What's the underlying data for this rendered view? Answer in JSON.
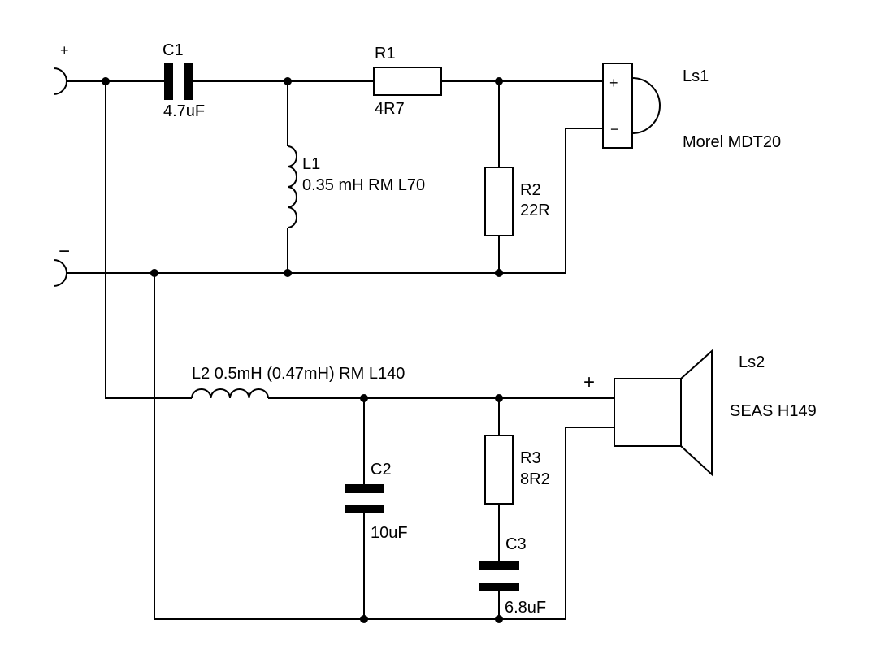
{
  "terminals": {
    "positive_sign": "+",
    "negative_sign": "−"
  },
  "components": {
    "c1": {
      "ref": "C1",
      "value": "4.7uF"
    },
    "r1": {
      "ref": "R1",
      "value": "4R7"
    },
    "l1": {
      "ref": "L1",
      "value": "0.35 mH RM L70"
    },
    "r2": {
      "ref": "R2",
      "value": "22R"
    },
    "l2": {
      "label": "L2 0.5mH (0.47mH) RM L140"
    },
    "c2": {
      "ref": "C2",
      "value": "10uF"
    },
    "r3": {
      "ref": "R3",
      "value": "8R2"
    },
    "c3": {
      "ref": "C3",
      "value": "6.8uF"
    }
  },
  "speakers": {
    "ls1": {
      "ref": "Ls1",
      "model": "Morel MDT20",
      "plus": "+",
      "minus": "−"
    },
    "ls2": {
      "ref": "Ls2",
      "model": "SEAS H149",
      "plus": "+"
    }
  },
  "colors": {
    "ink": "#000000",
    "background": "#ffffff"
  }
}
